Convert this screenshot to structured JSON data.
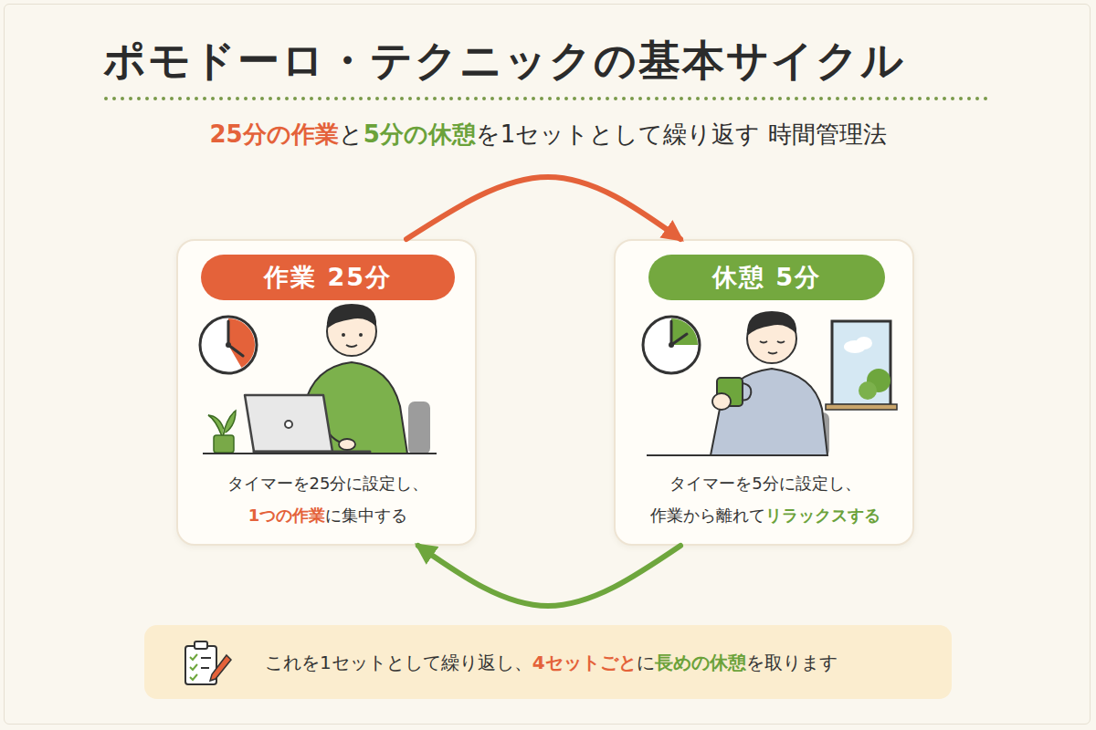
{
  "diagram": {
    "title": "ポモドーロ・テクニックの基本サイクル",
    "nodes": [
      {
        "text": [
          "タイマーを25分に設定し、 1つの作業に集中する"
        ]
      },
      {
        "text": [
          "作業 25分"
        ],
        "in": 0
      },
      {
        "text": [
          "タイマーを5分に設定し、 作業から離れてリラックスする"
        ]
      },
      {
        "text": [
          "休憩 5分"
        ],
        "in": 2
      },
      {
        "text": [
          "これを1セットとして繰り返し、4セットごとに長めの休憩を取ります"
        ]
      }
    ],
    "edges": [
      {
        "from": 0,
        "to": 2,
        "arrow": "to"
      },
      {
        "from": 2,
        "to": 0,
        "arrow": "to"
      }
    ],
    "labels": [
      "25分の作業と5分の休憩を1セットとして繰り返す 時間管理法"
    ]
  }
}
